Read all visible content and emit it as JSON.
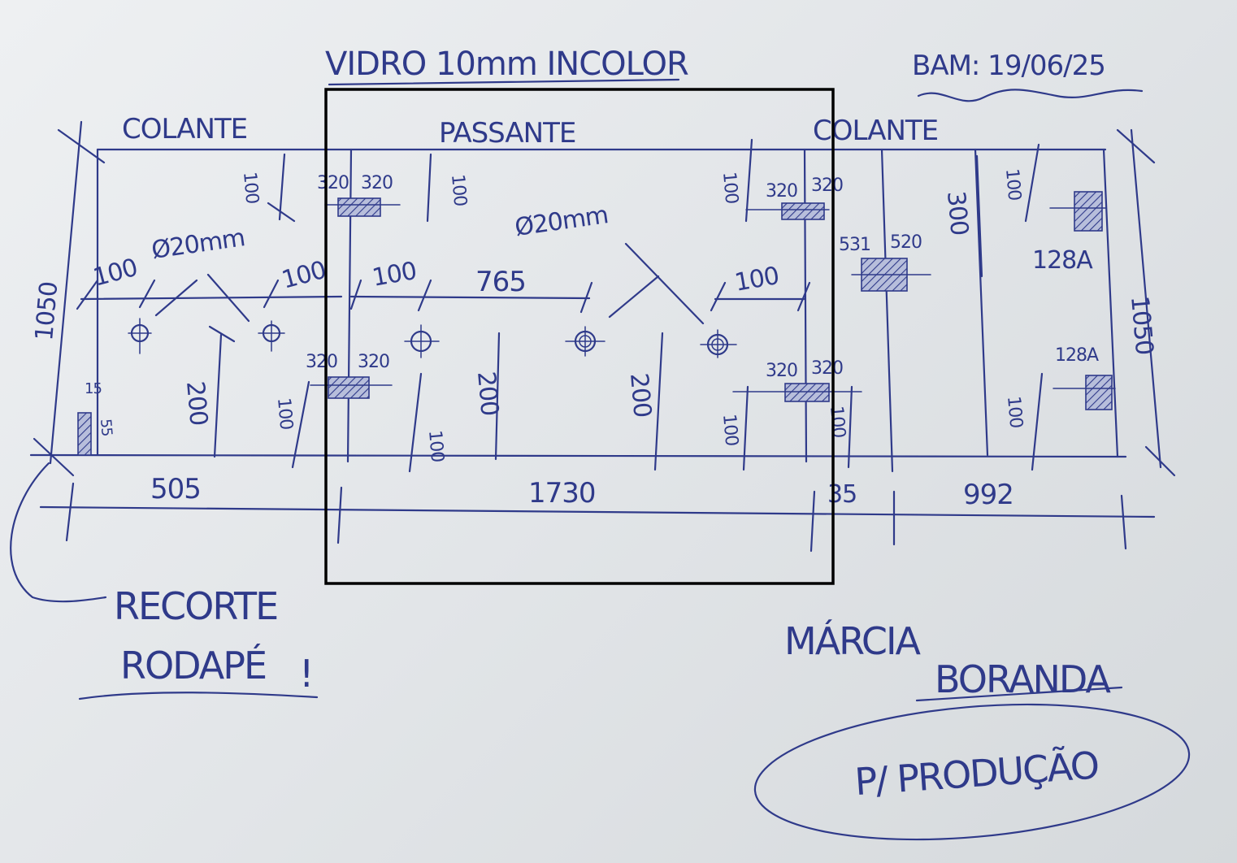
{
  "header": {
    "title": "VIDRO 10mm INCOLOR",
    "date": "BAM: 19/06/25"
  },
  "zones": {
    "left": "COLANTE",
    "center": "PASSANTE",
    "right": "COLANTE"
  },
  "hole_labels": {
    "left": "Ø20mm",
    "center": "Ø20mm"
  },
  "dimensions": {
    "d100": "100",
    "d765": "765",
    "d320": "320",
    "d200": "200",
    "d300": "300",
    "d1050": "1050",
    "d505": "505",
    "d1730": "1730",
    "d35": "35",
    "d992": "992",
    "d15": "15",
    "d55": "55",
    "d531": "531",
    "d520": "520",
    "d128a": "128A"
  },
  "notes": {
    "cutout_line1": "RECORTE",
    "cutout_line2": "RODAPÉ",
    "exclaim": "!",
    "client_line1": "MÁRCIA",
    "client_line2": "BORANDA",
    "production": "P/ PRODUÇÃO"
  },
  "colors": {
    "ink": "#2f3a8a",
    "frame": "#000000",
    "paper": "#e9ebee"
  }
}
